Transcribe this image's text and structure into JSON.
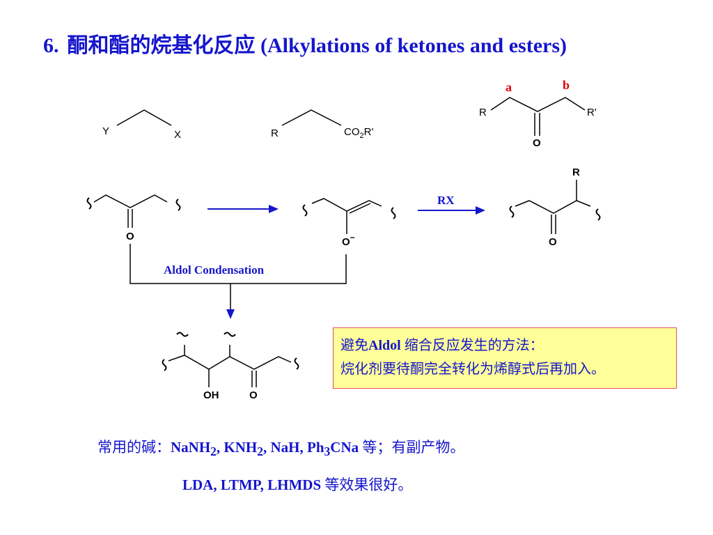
{
  "title": {
    "number": "6.",
    "text": "酮和酯的烷基化反应 (Alkylations of ketones and esters)"
  },
  "structures": {
    "generic1": {
      "y": "Y",
      "x": "X"
    },
    "generic2": {
      "r": "R",
      "ester_prefix": "CO",
      "ester_sub": "2",
      "ester_suffix": "R'"
    },
    "ketone_ab": {
      "a": "a",
      "b": "b",
      "r": "R",
      "r_prime": "R'",
      "o": "O"
    },
    "ketone_start": {
      "o": "O",
      "tilde": "~"
    },
    "enolate": {
      "o": "O",
      "charge": "−",
      "tilde": "~"
    },
    "reagent": "RX",
    "product": {
      "r": "R",
      "o": "O",
      "tilde": "~"
    },
    "aldol_label": "Aldol Condensation",
    "aldol_product": {
      "oh": "OH",
      "o": "O",
      "tilde": "~"
    }
  },
  "note": {
    "line1_pre": "避免",
    "line1_bold": "Aldol",
    "line1_post": " 缩合反应发生的方法：",
    "line2": "烷化剂要待酮完全转化为烯醇式后再加入。"
  },
  "bases": {
    "prefix": "常用的碱：",
    "b1": "NaNH",
    "b1_sub": "2",
    "b2": ", KNH",
    "b2_sub": "2",
    "b3": ", NaH, Ph",
    "b3_sub": "3",
    "b4": "CNa ",
    "suffix": "等；有副产物。"
  },
  "bases2": {
    "text": "LDA,  LTMP, LHMDS ",
    "suffix": "等效果很好。"
  },
  "colors": {
    "blue": "#1515cc",
    "red": "#dd0000",
    "note_bg": "#ffff99",
    "note_border": "#e05050"
  }
}
